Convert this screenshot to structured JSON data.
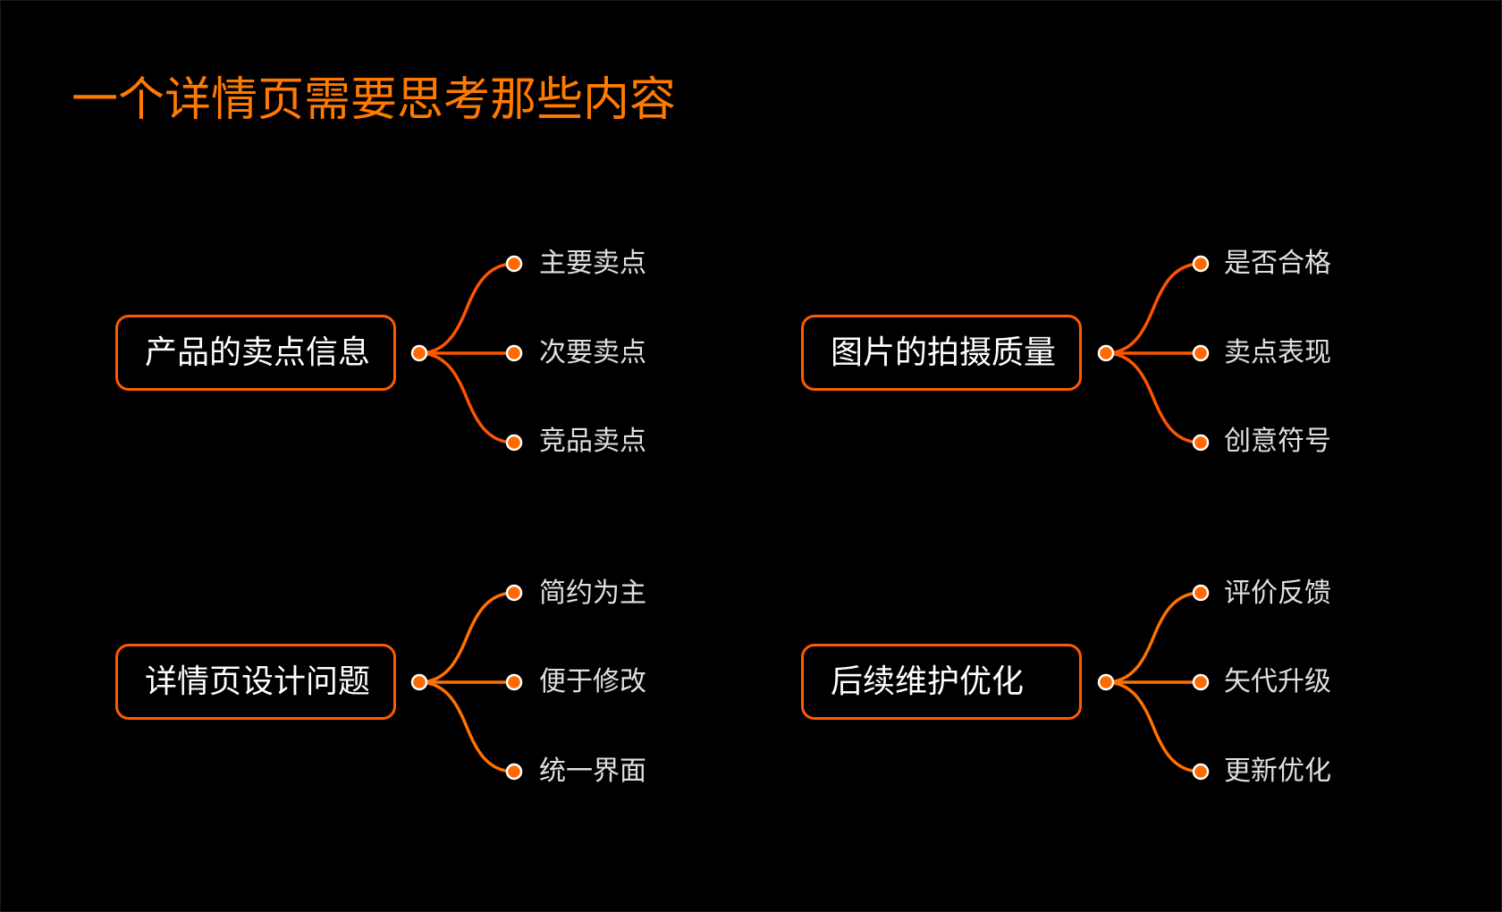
{
  "title": "一个详情页需要思考那些内容",
  "colors": {
    "background": "#000000",
    "title": "#ff7a00",
    "box_border": "#ff5a00",
    "connector_top_row": "#ff5500",
    "connector_bottom_row": "#ff7200",
    "dot_fill": "#ff6a00",
    "dot_ring": "#ffffff",
    "topic_text": "#ffffff",
    "leaf_text": "#e0e0e0"
  },
  "groups": [
    {
      "topic": "产品的卖点信息",
      "leaves": [
        "主要卖点",
        "次要卖点",
        "竞品卖点"
      ]
    },
    {
      "topic": "图片的拍摄质量",
      "leaves": [
        "是否合格",
        "卖点表现",
        "创意符号"
      ]
    },
    {
      "topic": "详情页设计问题",
      "leaves": [
        "简约为主",
        "便于修改",
        "统一界面"
      ]
    },
    {
      "topic": "后续维护优化",
      "leaves": [
        "评价反馈",
        "矢代升级",
        "更新优化"
      ]
    }
  ]
}
